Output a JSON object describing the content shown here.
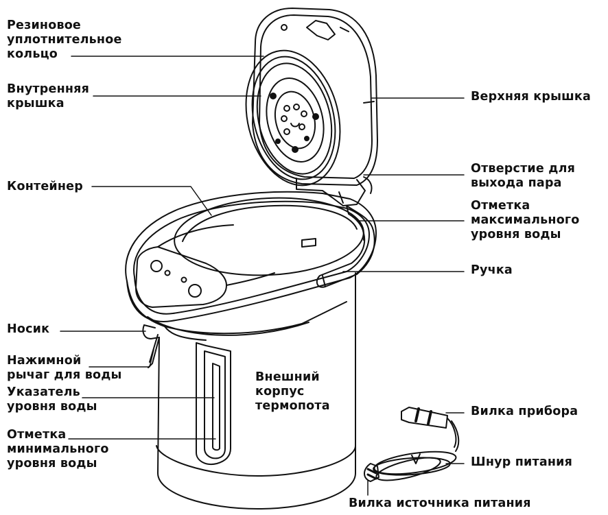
{
  "labels": {
    "rubber_ring": [
      "Резиновое",
      "уплотнительное",
      "кольцо"
    ],
    "inner_lid": [
      "Внутренняя",
      "крышка"
    ],
    "container": [
      "Контейнер"
    ],
    "spout": [
      "Носик"
    ],
    "press_lever": [
      "Нажимной",
      "рычаг для воды"
    ],
    "level_indicator": [
      "Указатель",
      "уровня воды"
    ],
    "min_mark": [
      "Отметка",
      "минимального",
      "уровня воды"
    ],
    "top_lid": [
      "Верхняя крышка"
    ],
    "steam_vent": [
      "Отверстие для",
      "выхода пара"
    ],
    "max_mark": [
      "Отметка",
      "максимального",
      "уровня воды"
    ],
    "handle": [
      "Ручка"
    ],
    "outer_body": [
      "Внешний",
      "корпус",
      "термопота"
    ],
    "appliance_plug": [
      "Вилка прибора"
    ],
    "power_cord": [
      "Шнур питания"
    ],
    "mains_plug": [
      "Вилка источника питания"
    ]
  }
}
